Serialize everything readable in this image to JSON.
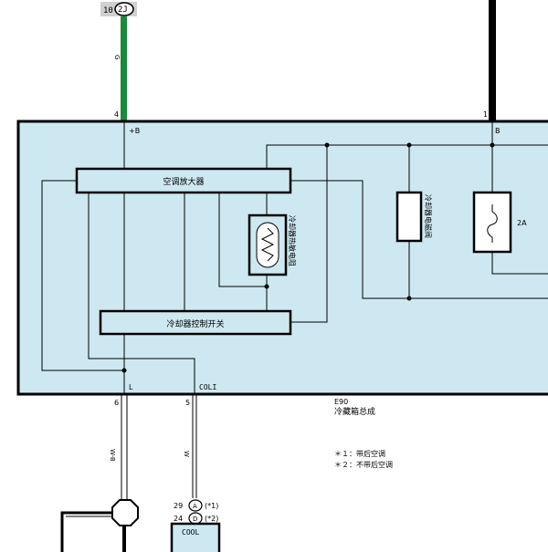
{
  "connector_top": {
    "pin": "10",
    "id": "2J"
  },
  "wire_color_top": "G",
  "pins": {
    "plus_b_num": "4",
    "b_num": "1",
    "l_num": "6",
    "coli_num": "5"
  },
  "labels": {
    "plus_b": "+B",
    "b": "B",
    "l": "L",
    "coli": "COLI"
  },
  "components": {
    "amplifier": "空调放大器",
    "control_switch": "冷却器控制开关",
    "thermistor": "冷却器热敏电阻",
    "valve": "冷却器电磁阀",
    "fuse": "2A"
  },
  "assembly": {
    "code": "E90",
    "name": "冷藏箱总成"
  },
  "wire_colors": {
    "left": "W-B",
    "right": "W"
  },
  "notes": [
    "＊１：带后空调",
    "＊２：不带后空调"
  ],
  "lower_connectors": [
    {
      "pin": "29",
      "id": "A",
      "note": "(*1)"
    },
    {
      "pin": "24",
      "id": "D",
      "note": "(*2)"
    }
  ],
  "cool_box": "COOL",
  "colors": {
    "panel_fill": "#cde8f0",
    "wire_green": "#1a8a3a",
    "wire_black": "#000000"
  }
}
